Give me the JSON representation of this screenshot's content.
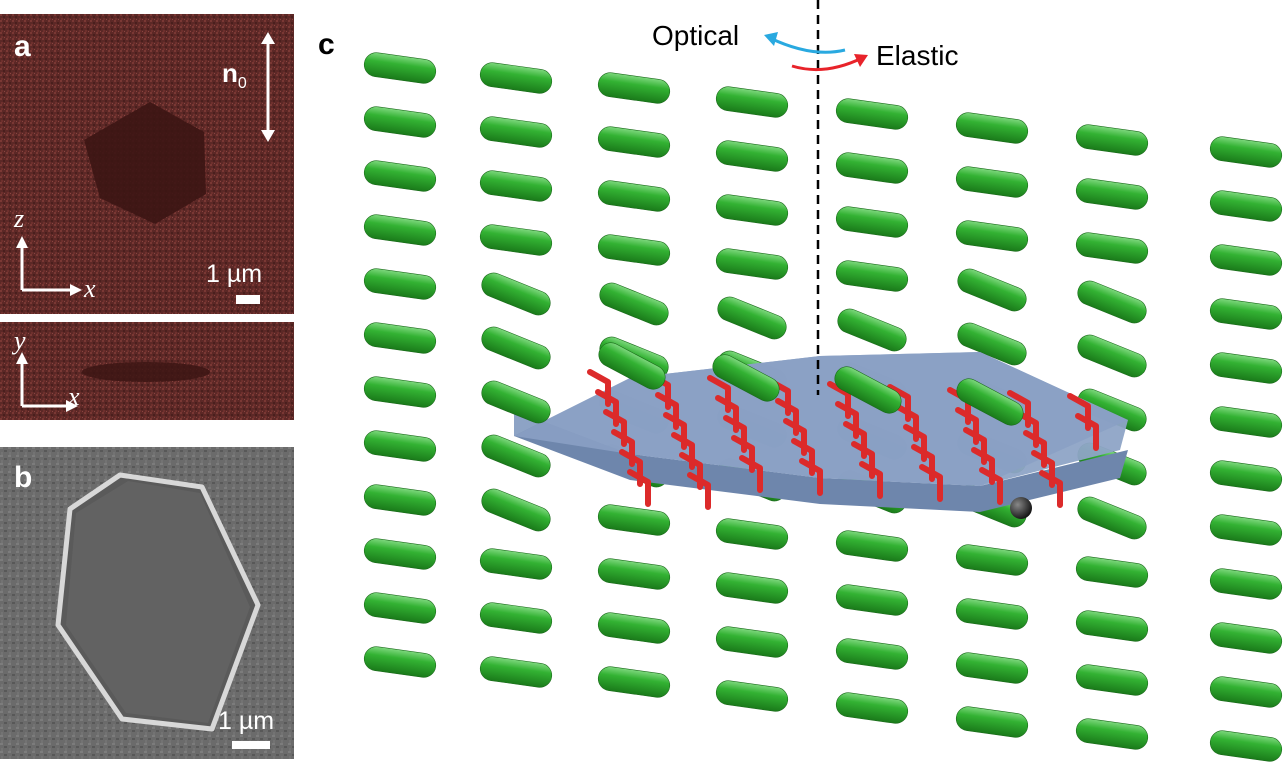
{
  "panels": {
    "a": {
      "label": "a",
      "director": {
        "symbol": "n",
        "subscript": "0"
      },
      "axes_xz": {
        "vertical": "z",
        "horizontal": "x"
      },
      "axes_xy": {
        "vertical": "y",
        "horizontal": "x"
      },
      "scale_bar": "1 µm"
    },
    "b": {
      "label": "b",
      "scale_bar": "1 µm"
    },
    "c": {
      "label": "c",
      "optical_label": "Optical",
      "elastic_label": "Elastic",
      "colors": {
        "rod": "#2fa52f",
        "ligand": "#dc2a2a",
        "platelet": "#7e97bf",
        "optical_arrow": "#29a9e0",
        "elastic_arrow": "#e8232a"
      }
    }
  }
}
